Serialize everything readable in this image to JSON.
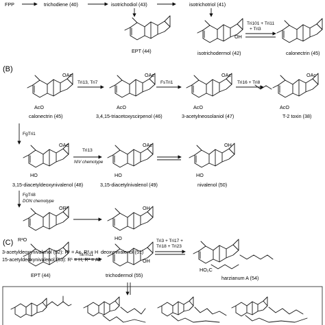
{
  "sections": {
    "b": "(B)",
    "c": "(C)"
  },
  "panel_a": {
    "fpp": "FPP",
    "trichodiene": "trichodiene (40)",
    "isotrichodiol": "isotrichodiol (43)",
    "isotrichotriol": "isotrichotriol (41)",
    "ept": "EPT (44)",
    "isotrichodermol": "isotrichodermol (42)",
    "calonectrin": "calonectrin (45)",
    "enzyme_1": "Tri101 + Tri11",
    "enzyme_2": "+ Tri3"
  },
  "panel_b": {
    "calonectrin": "calonectrin (45)",
    "tas": "3,4,15-triacetoxyscirpenol (46)",
    "aneo": "3-acetylneosolaniol (47)",
    "t2": "T-2 toxin (38)",
    "diadon": "3,15-diacetyldeoxynivalenol (48)",
    "dianiv": "3,15-diacetylnivalenol (49)",
    "niv": "nivalenol (50)",
    "adon3": "3-acetyldeoxynivalenol (52): R¹ = Ac, R² = H",
    "adon15": "15-acetyldeoxynivalenol (53): R¹ = H, R² = Ac",
    "don": "deoxynivalenol (51)",
    "e_tri13_tri7": "Tri13, Tri7",
    "e_fstri1": "FsTri1",
    "e_tri16_tri8": "Tri16 + Tri8",
    "e_fgtri1": "FgTri1",
    "e_tri13": "Tri13",
    "niv_chemotype": "NIV chemotype",
    "e_fgtri8": "FgTri8",
    "don_chemotype": "DON chemotype",
    "oac": "OAc",
    "aco": "AcO",
    "oh": "OH",
    "ho": "HO",
    "or1": "OR¹",
    "r2o": "R²O"
  },
  "panel_c": {
    "ept": "EPT (44)",
    "e_tatri11": "TaTri11",
    "trichodermol": "trichodermol (55)",
    "e_tri3_17": "Tri3 + Tri17 +",
    "e_tri18_23": "Tri18 + Tri23",
    "harzianum": "harzianum A (54)",
    "ho2c": "HO₂C"
  }
}
